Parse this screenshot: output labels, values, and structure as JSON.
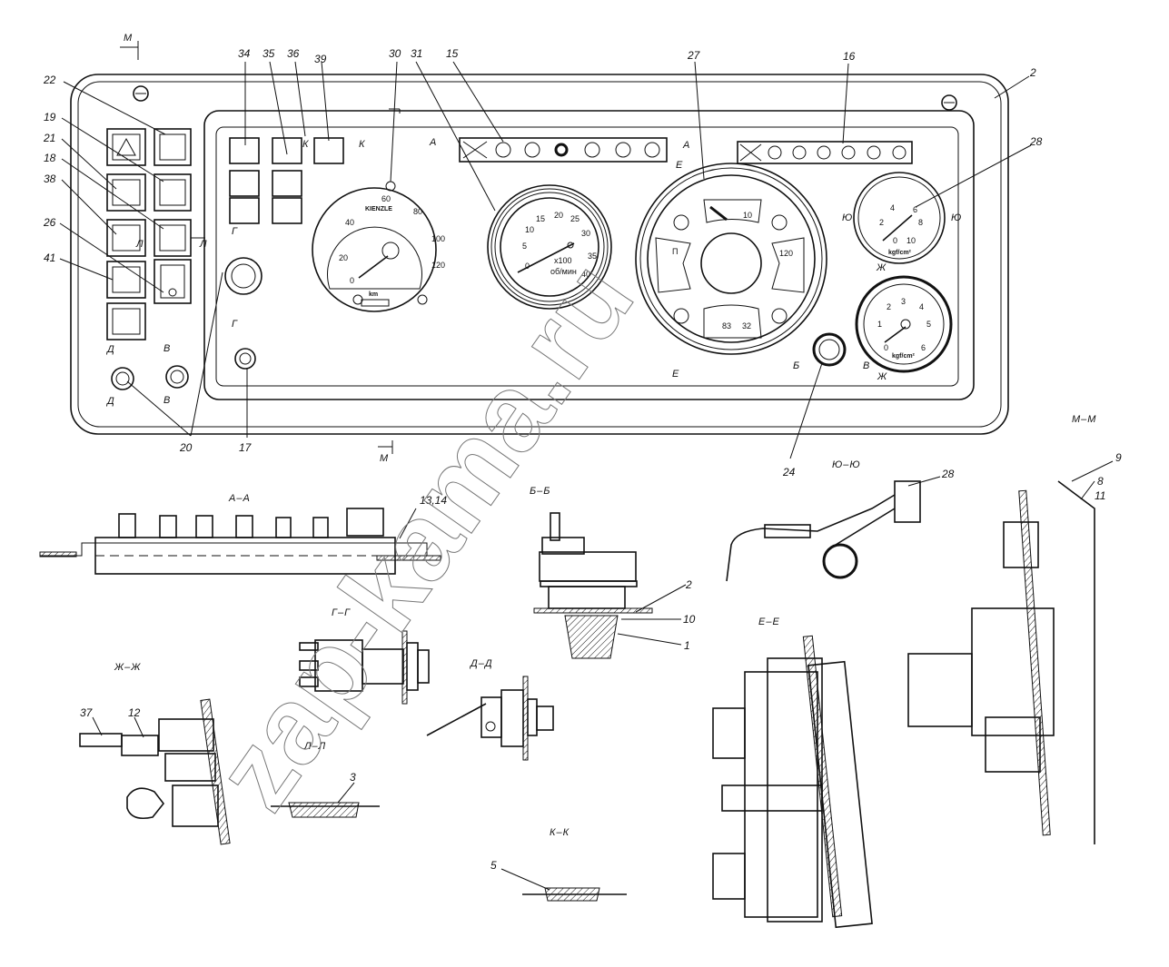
{
  "watermark": "zap-kama.ru",
  "callouts": {
    "c22": "22",
    "c19": "19",
    "c21": "21",
    "c18": "18",
    "c38": "38",
    "c26": "26",
    "c41": "41",
    "c34": "34",
    "c35": "35",
    "c36": "36",
    "c39": "39",
    "c30": "30",
    "c31": "31",
    "c15": "15",
    "c27": "27",
    "c16": "16",
    "c2": "2",
    "c28": "28",
    "c20": "20",
    "c17": "17",
    "c24": "24",
    "c13_14": "13,14",
    "c2b": "2",
    "c10": "10",
    "c1": "1",
    "c37": "37",
    "c12": "12",
    "c3": "3",
    "c5": "5",
    "c28b": "28",
    "c9": "9",
    "c8": "8",
    "c11": "11"
  },
  "section_marks": {
    "M": "М",
    "A": "А",
    "K": "К",
    "E": "Е",
    "L": "Л",
    "G": "Г",
    "D": "Д",
    "V": "В",
    "B": "Б",
    "Yu": "Ю",
    "Zh": "Ж"
  },
  "section_titles": {
    "MM": "М–М",
    "YuYu": "Ю–Ю",
    "AA": "А–А",
    "BB": "Б–Б",
    "GG": "Г–Г",
    "EE": "Е–Е",
    "ZhZh": "Ж–Ж",
    "DD": "Д–Д",
    "LL": "Л–Л",
    "KK": "К–К"
  },
  "tachograph": {
    "brand": "KIENZLE",
    "scale": [
      "0",
      "20",
      "40",
      "60",
      "80",
      "100",
      "120"
    ],
    "unit": "km"
  },
  "tachometer": {
    "scale": [
      "0",
      "5",
      "10",
      "15",
      "20",
      "25",
      "30",
      "35",
      "40"
    ],
    "multiplier": "x100",
    "unit": "об/мин"
  },
  "combination_gauge": {
    "fuel_max": "10",
    "temp_max": "120",
    "voltage_min": "83",
    "voltage_max": "32",
    "fuel_label": "П"
  },
  "pressure_gauge_top": {
    "scale": [
      "0",
      "2",
      "4",
      "6",
      "8",
      "10"
    ],
    "unit": "kgf/cm²"
  },
  "pressure_gauge_bottom": {
    "scale": [
      "0",
      "1",
      "2",
      "3",
      "4",
      "5",
      "6"
    ],
    "unit": "kgf/cm²"
  }
}
